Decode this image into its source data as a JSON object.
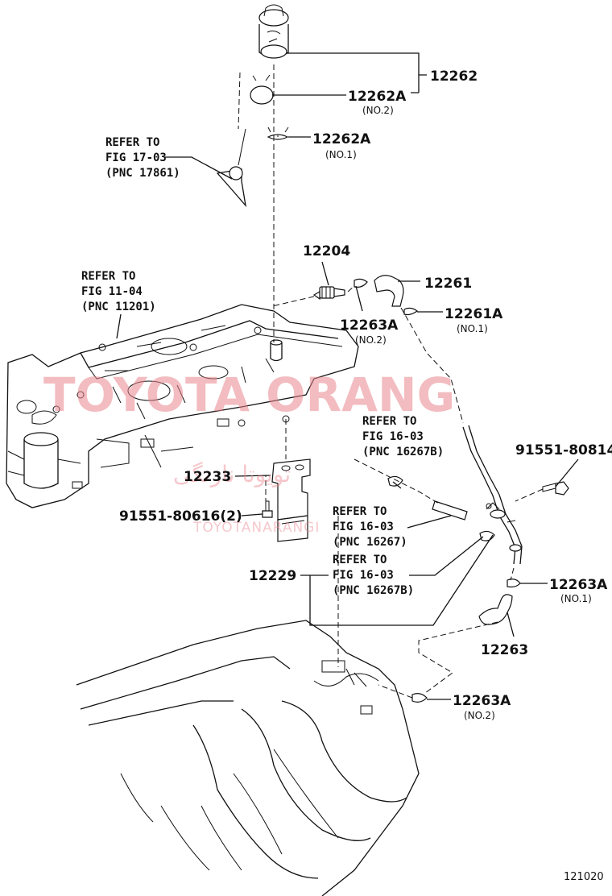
{
  "diagram": {
    "figure_number": "121020",
    "watermark": {
      "latin": "TOYOTA ORANG",
      "arabic": "تویوتا نارنگی",
      "small": "TOYOTANARANGI"
    },
    "parts": {
      "p12262": {
        "number": "12262"
      },
      "p12262A_no2": {
        "number": "12262A",
        "note": "(NO.2)"
      },
      "p12262A_no1": {
        "number": "12262A",
        "note": "(NO.1)"
      },
      "p12204": {
        "number": "12204"
      },
      "p12261": {
        "number": "12261"
      },
      "p12261A": {
        "number": "12261A",
        "note": "(NO.1)"
      },
      "p12263A_no2_top": {
        "number": "12263A",
        "note": "(NO.2)"
      },
      "p91551_80814": {
        "number": "91551-80814"
      },
      "p12233": {
        "number": "12233"
      },
      "p91551_80616": {
        "number": "91551-80616(2)"
      },
      "p12229": {
        "number": "12229"
      },
      "p12263A_no1": {
        "number": "12263A",
        "note": "(NO.1)"
      },
      "p12263": {
        "number": "12263"
      },
      "p12263A_no2_bottom": {
        "number": "12263A",
        "note": "(NO.2)"
      }
    },
    "references": {
      "r17861": {
        "line1": "REFER TO",
        "line2": "FIG 17-03",
        "line3": "(PNC 17861)"
      },
      "r11201": {
        "line1": "REFER TO",
        "line2": "FIG 11-04",
        "line3": "(PNC 11201)"
      },
      "r16267B_top": {
        "line1": "REFER TO",
        "line2": "FIG 16-03",
        "line3": "(PNC 16267B)"
      },
      "r16267": {
        "line1": "REFER TO",
        "line2": "FIG 16-03",
        "line3": "(PNC 16267)"
      },
      "r16267B_bottom": {
        "line1": "REFER TO",
        "line2": "FIG 16-03",
        "line3": "(PNC 16267B)"
      }
    }
  }
}
